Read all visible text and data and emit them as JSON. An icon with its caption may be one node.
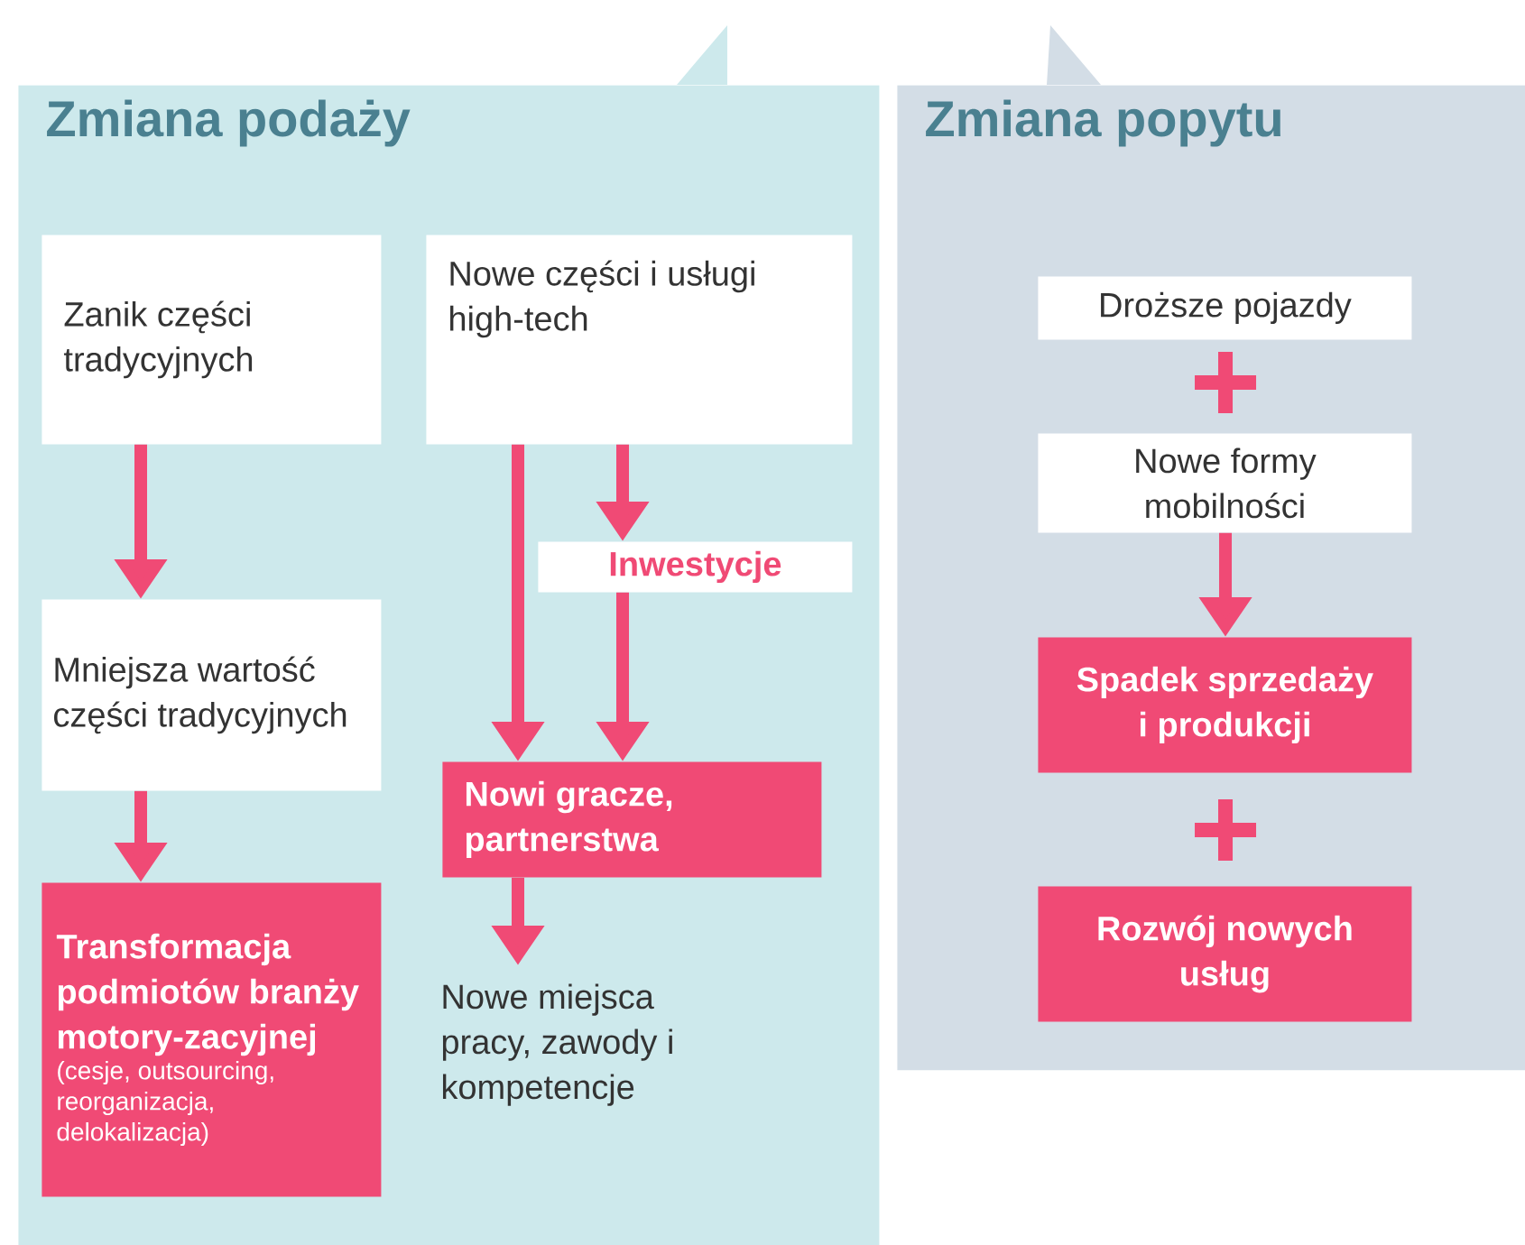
{
  "diagram": {
    "nodes": [
      {
        "text": [
          "Zmiana podaży"
        ]
      },
      {
        "text": [
          "Zanik części tradycyjnych"
        ],
        "in": 0
      },
      {
        "text": [
          "Nowe części i usługi high-tech"
        ],
        "in": 0
      },
      {
        "text": [
          "Inwestycje"
        ],
        "in": 0
      },
      {
        "text": [
          "Mniejsza wartość części tradycyjnych"
        ],
        "in": 0
      },
      {
        "text": [
          "Nowi gracze, partnerstwa"
        ],
        "in": 0
      },
      {
        "text": [
          "Transformacja podmiotów branży motory-zacyjnej",
          "(cesje, outsourcing, reorganizacja, delokalizacja)"
        ],
        "in": 0
      },
      {
        "text": [
          "Nowe miejsca pracy, zawody i kompetencje"
        ],
        "in": 0
      },
      {
        "text": [
          "Zmiana popytu"
        ]
      },
      {
        "text": [
          "Droższe pojazdy"
        ],
        "in": 8
      },
      {
        "text": [
          "Nowe formy mobilności"
        ],
        "in": 8
      },
      {
        "text": [
          "Spadek sprzedaży i produkcji"
        ],
        "in": 8
      },
      {
        "text": [
          "Rozwój nowych usług"
        ],
        "in": 8
      }
    ],
    "edges": [
      {
        "from": 1,
        "to": 4,
        "arrow": "to"
      },
      {
        "from": 4,
        "to": 6,
        "arrow": "to"
      },
      {
        "from": 2,
        "to": 3,
        "arrow": "to"
      },
      {
        "from": 2,
        "to": 5,
        "arrow": "to"
      },
      {
        "from": 3,
        "to": 5,
        "arrow": "to"
      },
      {
        "from": 5,
        "to": 7,
        "arrow": "to"
      },
      {
        "from": 10,
        "to": 11,
        "arrow": "to"
      }
    ]
  }
}
